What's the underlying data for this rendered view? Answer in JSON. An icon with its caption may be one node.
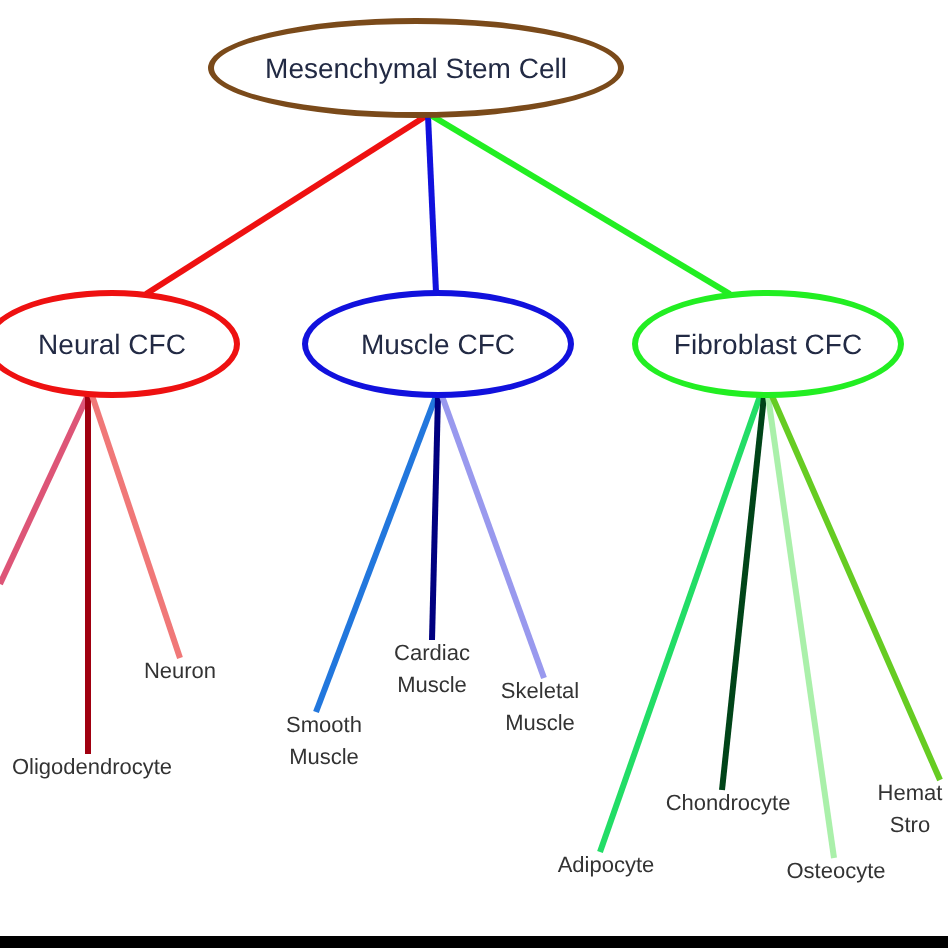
{
  "diagram": {
    "nodes": [
      {
        "text": [
          "Mesenchymal Stem Cell"
        ]
      },
      {
        "text": [
          "Neural CFC"
        ]
      },
      {
        "text": [
          "Muscle CFC"
        ]
      },
      {
        "text": [
          "Fibroblast CFC"
        ]
      },
      {
        "text": [
          "Oligodendrocyte"
        ]
      },
      {
        "text": [
          "Neuron"
        ]
      },
      {
        "text": [
          "Smooth Muscle"
        ]
      },
      {
        "text": [
          "Cardiac Muscle"
        ]
      },
      {
        "text": [
          "Skeletal Muscle"
        ]
      },
      {
        "text": [
          "Adipocyte"
        ]
      },
      {
        "text": [
          "Chondrocyte"
        ]
      },
      {
        "text": [
          "Osteocyte"
        ]
      },
      {
        "text": [
          "Hemat Stro"
        ]
      }
    ],
    "edges": [
      {
        "from": 0,
        "to": 1,
        "arrow": "none",
        "color": "#ee1111"
      },
      {
        "from": 0,
        "to": 2,
        "arrow": "none",
        "color": "#1111dd"
      },
      {
        "from": 0,
        "to": 3,
        "arrow": "none",
        "color": "#22ee22"
      },
      {
        "from": 1,
        "to": null,
        "arrow": "none",
        "color": "#dd5577"
      },
      {
        "from": 1,
        "to": 4,
        "arrow": "none",
        "color": "#a00010"
      },
      {
        "from": 1,
        "to": 5,
        "arrow": "none",
        "color": "#f07878"
      },
      {
        "from": 2,
        "to": 6,
        "arrow": "none",
        "color": "#2277dd"
      },
      {
        "from": 2,
        "to": 7,
        "arrow": "none",
        "color": "#000080"
      },
      {
        "from": 2,
        "to": 8,
        "arrow": "none",
        "color": "#9999ee"
      },
      {
        "from": 3,
        "to": 9,
        "arrow": "none",
        "color": "#22dd66"
      },
      {
        "from": 3,
        "to": 10,
        "arrow": "none",
        "color": "#004418"
      },
      {
        "from": 3,
        "to": 11,
        "arrow": "none",
        "color": "#aaf0aa"
      },
      {
        "from": 3,
        "to": 12,
        "arrow": "none",
        "color": "#66cc22"
      }
    ]
  }
}
